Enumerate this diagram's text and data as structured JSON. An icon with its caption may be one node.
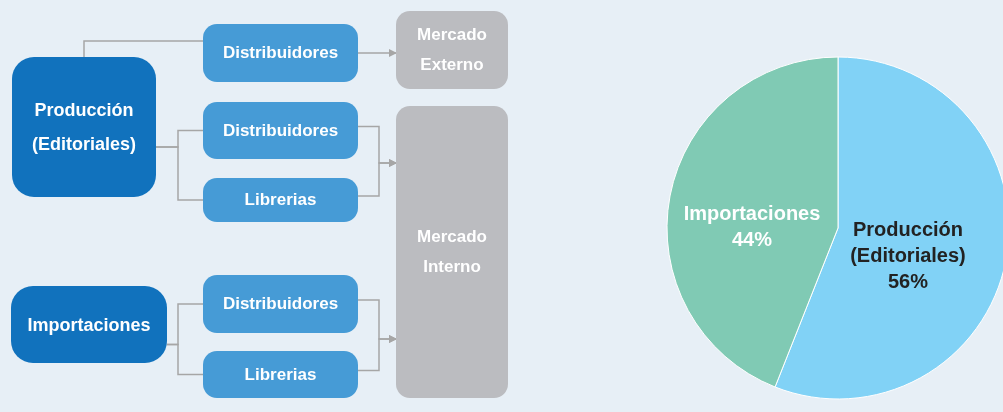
{
  "diagram": {
    "nodes": [
      {
        "text": [
          "Producción (Editoriales)"
        ]
      },
      {
        "text": [
          "Distribuidores"
        ]
      },
      {
        "text": [
          "Mercado Externo"
        ]
      },
      {
        "text": [
          "Distribuidores"
        ]
      },
      {
        "text": [
          "Librerias"
        ]
      },
      {
        "text": [
          "Mercado Interno"
        ]
      },
      {
        "text": [
          "Importaciones"
        ]
      },
      {
        "text": [
          "Distribuidores"
        ]
      },
      {
        "text": [
          "Librerias"
        ]
      }
    ],
    "edges": [
      {
        "from": 0,
        "to": 1,
        "arrow": "none"
      },
      {
        "from": 1,
        "to": 2,
        "arrow": "to"
      },
      {
        "from": 0,
        "to": 3,
        "arrow": "none"
      },
      {
        "from": 0,
        "to": 4,
        "arrow": "none"
      },
      {
        "from": 3,
        "to": 5,
        "arrow": "to"
      },
      {
        "from": 4,
        "to": 5,
        "arrow": "to"
      },
      {
        "from": 6,
        "to": 7,
        "arrow": "none"
      },
      {
        "from": 6,
        "to": 8,
        "arrow": "none"
      },
      {
        "from": 7,
        "to": 5,
        "arrow": "to"
      },
      {
        "from": 8,
        "to": 5,
        "arrow": "to"
      }
    ],
    "chart_data": {
      "type": "pie",
      "categories": [
        "Producción (Editoriales)",
        "Importaciones"
      ],
      "series": [
        {
          "values": [
            56,
            44
          ]
        }
      ],
      "value_labels": [
        "56%",
        "44%"
      ]
    }
  }
}
